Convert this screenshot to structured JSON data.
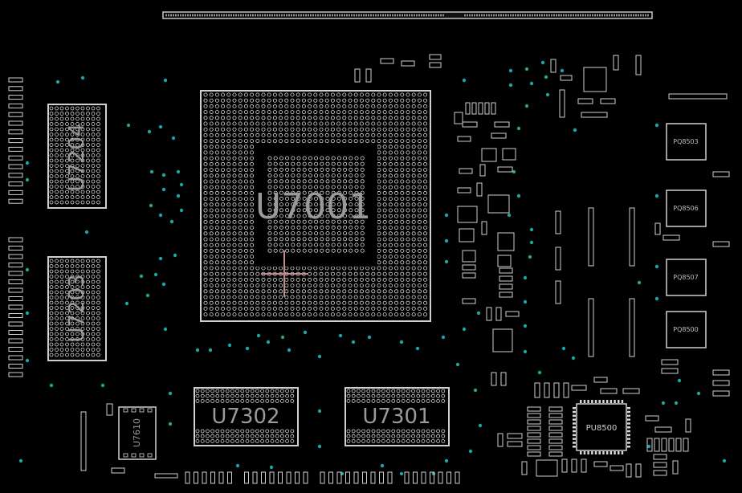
{
  "colors": {
    "background": "#000000",
    "pad": "#d9d9d9",
    "outline": "#cfcfcf",
    "label": "#9a9a9a",
    "via": "#1fa3a3",
    "cursor": "#c48a8a"
  },
  "components": {
    "cpu": {
      "label": "U7001"
    },
    "mem_top": {
      "label": "U7204"
    },
    "mem_bottom": {
      "label": "U7203"
    },
    "flash_left": {
      "label": "U7302"
    },
    "flash_right": {
      "label": "U7301"
    },
    "small_ic": {
      "label": "U7610"
    },
    "pmic": {
      "label": "PU8500"
    },
    "inductor_1": {
      "label": "PQ8503"
    },
    "inductor_2": {
      "label": "PQ8506"
    },
    "inductor_3": {
      "label": "PQ8507"
    },
    "inductor_4": {
      "label": "PQ8500"
    }
  }
}
